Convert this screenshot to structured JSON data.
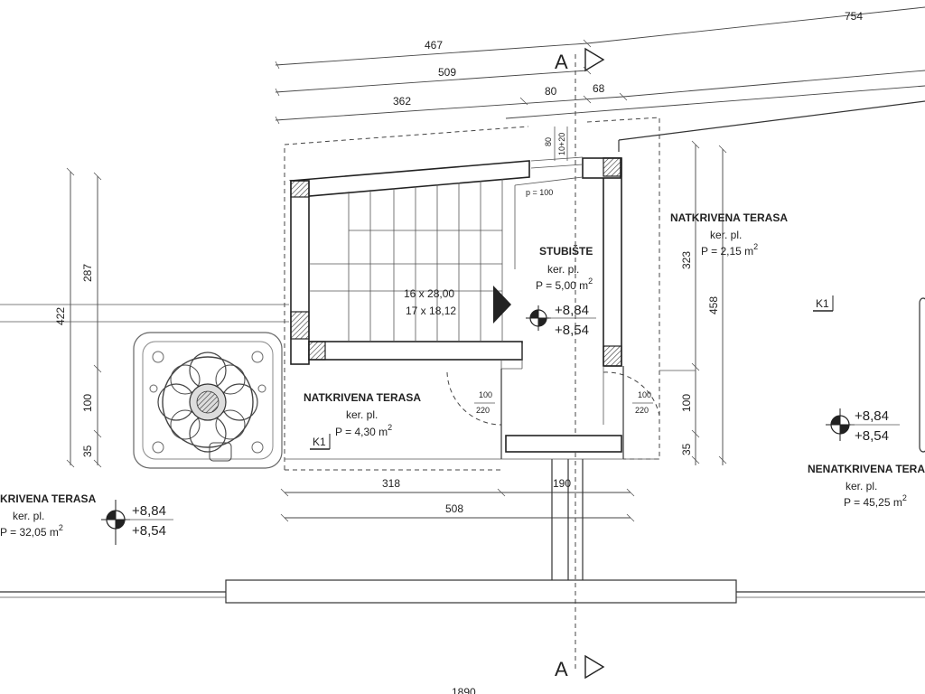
{
  "section_marker": "A",
  "dimensions": {
    "d754": "754",
    "d467": "467",
    "d509": "509",
    "d362": "362",
    "d80": "80",
    "d68": "68",
    "v80": "80",
    "v1020": "10+20",
    "p100": "p = 100",
    "v287": "287",
    "v422": "422",
    "v100l": "100",
    "v35l": "35",
    "v323": "323",
    "v458": "458",
    "v100r": "100",
    "v35r": "35",
    "door_l_top": "100",
    "door_l_bot": "220",
    "door_r_top": "100",
    "door_r_bot": "220",
    "d318": "318",
    "d190": "190",
    "d508": "508",
    "d1890": "1890"
  },
  "stairs": {
    "size_1": "16 x 28,00",
    "size_2": "17 x 18,12"
  },
  "rooms": {
    "stubiste": {
      "name": "STUBIŠTE",
      "floor": "ker. pl.",
      "area": "P = 5,00 m",
      "area_sup": "2",
      "level_top": "+8,84",
      "level_bot": "+8,54"
    },
    "terrace_covered_right": {
      "name": "NATKRIVENA TERASA",
      "floor": "ker. pl.",
      "area": "P = 2,15 m",
      "area_sup": "2"
    },
    "terrace_covered_center": {
      "name": "NATKRIVENA TERASA",
      "floor": "ker. pl.",
      "area": "P = 4,30 m",
      "area_sup": "2"
    },
    "terrace_left": {
      "name": "KRIVENA TERASA",
      "floor": "ker. pl.",
      "area": "P = 32,05 m",
      "area_sup": "2",
      "level_top": "+8,84",
      "level_bot": "+8,54"
    },
    "terrace_open_right": {
      "name": "NENATKRIVENA TERA",
      "floor": "ker. pl.",
      "area": "P = 45,25 m",
      "area_sup": "2",
      "level_top": "+8,84",
      "level_bot": "+8,54"
    }
  },
  "tags": {
    "k1_center": "K1",
    "k1_right": "K1"
  }
}
